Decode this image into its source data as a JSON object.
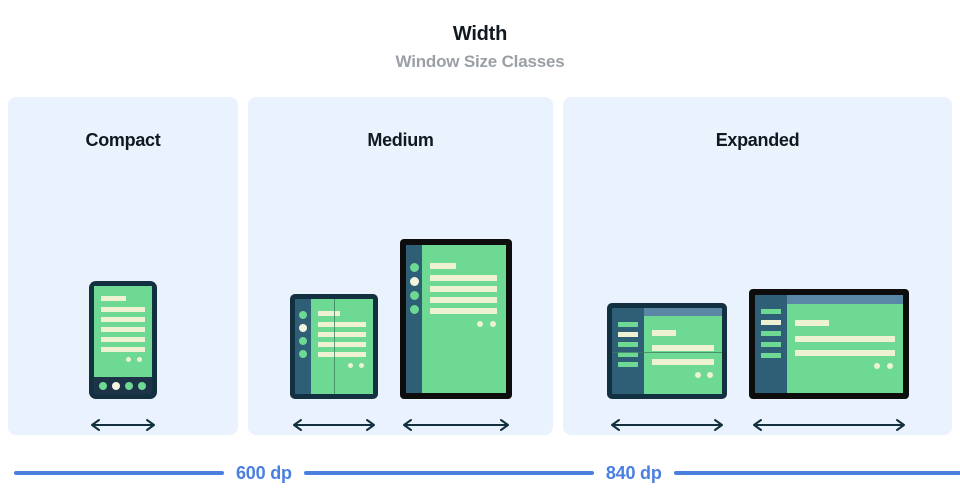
{
  "header": {
    "title": "Width",
    "subtitle": "Window Size Classes"
  },
  "panels": [
    {
      "id": "compact",
      "title": "Compact",
      "devices": [
        {
          "name": "phone-portrait",
          "kind": "phone"
        }
      ]
    },
    {
      "id": "medium",
      "title": "Medium",
      "devices": [
        {
          "name": "foldable-portrait",
          "kind": "foldable-portrait"
        },
        {
          "name": "tablet-portrait",
          "kind": "tablet-portrait"
        }
      ]
    },
    {
      "id": "expanded",
      "title": "Expanded",
      "devices": [
        {
          "name": "foldable-landscape",
          "kind": "foldable-landscape"
        },
        {
          "name": "tablet-landscape",
          "kind": "tablet-landscape"
        }
      ]
    }
  ],
  "scale": {
    "breakpoints": [
      {
        "label": "600 dp"
      },
      {
        "label": "840 dp"
      }
    ]
  },
  "colors": {
    "panel_bg": "#eaf2fd",
    "title": "#11181f",
    "subtitle": "#9aa0a6",
    "accent_blue": "#4a7fe0",
    "device_bezel_navy": "#12303f",
    "device_bezel_black": "#0d0d0d",
    "screen_green": "#6ed992",
    "sidebar_slate": "#2f5f77",
    "content_cream": "#eef2d2",
    "topbar_blue": "#5b87a6"
  }
}
